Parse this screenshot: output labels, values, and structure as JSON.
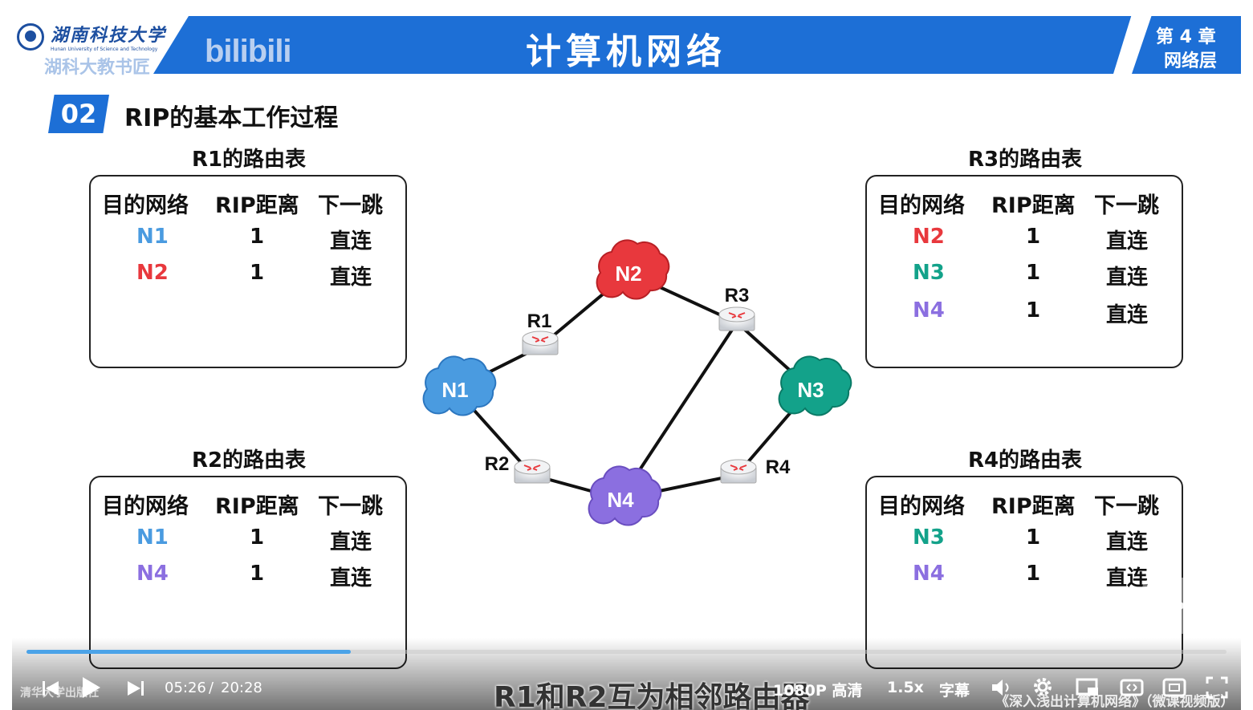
{
  "header": {
    "university_cn": "湖南科技大学",
    "university_en": "Hunan University of Science and Technology",
    "watermark_left": "湖科大教书匠",
    "bilibili": "bilibili",
    "course_title": "计算机网络",
    "chapter_num": "第 4 章",
    "chapter_name": "网络层"
  },
  "section": {
    "num": "02",
    "title": "RIP的基本工作过程"
  },
  "table_headers": {
    "dest": "目的网络",
    "dist": "RIP距离",
    "hop": "下一跳"
  },
  "tables": {
    "r1": {
      "title": "R1的路由表",
      "rows": [
        {
          "dest": "N1",
          "dist": "1",
          "hop": "直连"
        },
        {
          "dest": "N2",
          "dist": "1",
          "hop": "直连"
        }
      ]
    },
    "r2": {
      "title": "R2的路由表",
      "rows": [
        {
          "dest": "N1",
          "dist": "1",
          "hop": "直连"
        },
        {
          "dest": "N4",
          "dist": "1",
          "hop": "直连"
        }
      ]
    },
    "r3": {
      "title": "R3的路由表",
      "rows": [
        {
          "dest": "N2",
          "dist": "1",
          "hop": "直连"
        },
        {
          "dest": "N3",
          "dist": "1",
          "hop": "直连"
        },
        {
          "dest": "N4",
          "dist": "1",
          "hop": "直连"
        }
      ]
    },
    "r4": {
      "title": "R4的路由表",
      "rows": [
        {
          "dest": "N3",
          "dist": "1",
          "hop": "直连"
        },
        {
          "dest": "N4",
          "dist": "1",
          "hop": "直连"
        }
      ]
    }
  },
  "network_colors": {
    "N1": "#4a9be0",
    "N2": "#e8383d",
    "N3": "#13a28a",
    "N4": "#8b6fe0"
  },
  "topology": {
    "networks": [
      "N1",
      "N2",
      "N3",
      "N4"
    ],
    "routers": [
      "R1",
      "R2",
      "R3",
      "R4"
    ]
  },
  "player": {
    "time_current": "05:26",
    "time_sep": "/",
    "time_total": "20:28",
    "progress": 0.27,
    "quality": "1080P 高清",
    "speed": "1.5x",
    "captions": "字幕",
    "subtitle": "R1和R2互为相邻路由器",
    "bottom_watermark": "《深入浅出计算机网络》（微课视频版）",
    "publisher": "清华大学出版社"
  }
}
